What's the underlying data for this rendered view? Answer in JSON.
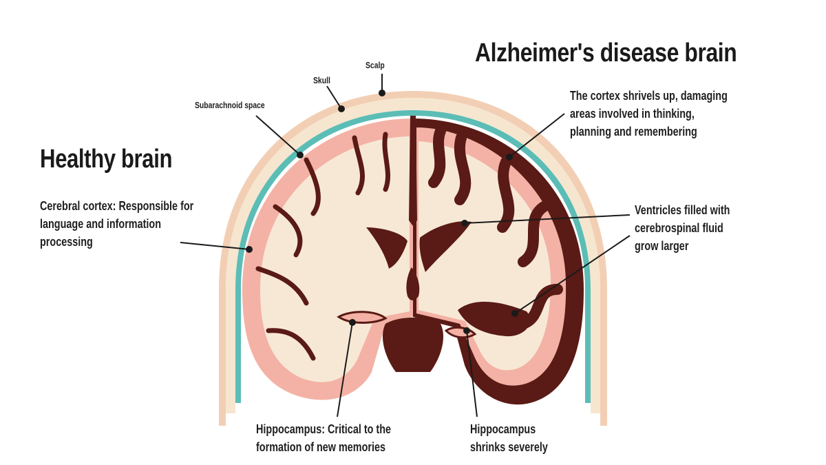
{
  "titles": {
    "healthy": "Healthy brain",
    "alzheimers": "Alzheimer's disease brain"
  },
  "labels": {
    "scalp": "Scalp",
    "skull": "Skull",
    "subarachnoid": "Subarachnoid space",
    "cortex_healthy": [
      "Cerebral cortex: Responsible for",
      "language and information",
      "processing"
    ],
    "cortex_alz": [
      "The cortex shrivels up, damaging",
      "areas involved in thinking,",
      "planning  and remembering"
    ],
    "ventricles": [
      "Ventricles filled with",
      "cerebrospinal fluid",
      "grow larger"
    ],
    "hippocampus_healthy": [
      "Hippocampus: Critical to the",
      "formation of new memories"
    ],
    "hippocampus_alz": [
      "Hippocampus",
      "shrinks severely"
    ]
  },
  "colors": {
    "scalp": "#f2cfb4",
    "skull": "#f6e6cf",
    "fluid": "#5bbdb6",
    "cortex_dark": "#5a1a15",
    "grey_matter": "#f3b2a5",
    "white_matter": "#f7e8d6"
  }
}
